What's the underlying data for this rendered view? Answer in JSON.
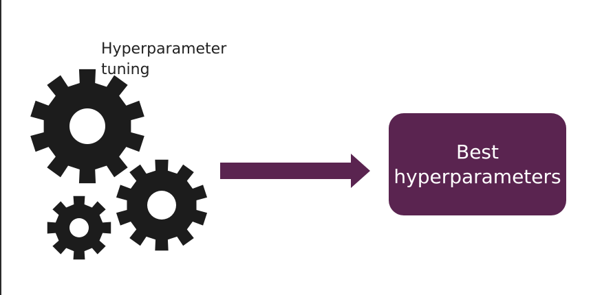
{
  "diagram": {
    "gears_label": {
      "line1": "Hyperparameter",
      "line2": "tuning"
    },
    "result_box": {
      "line1": "Best",
      "line2": "hyperparameters"
    }
  },
  "colors": {
    "background": "#ffffff",
    "gear": "#1c1c1c",
    "accent": "#5a2450",
    "box_text": "#ffffff"
  },
  "icons": {
    "gears": "gears-icon",
    "arrow": "arrow-right-icon"
  }
}
